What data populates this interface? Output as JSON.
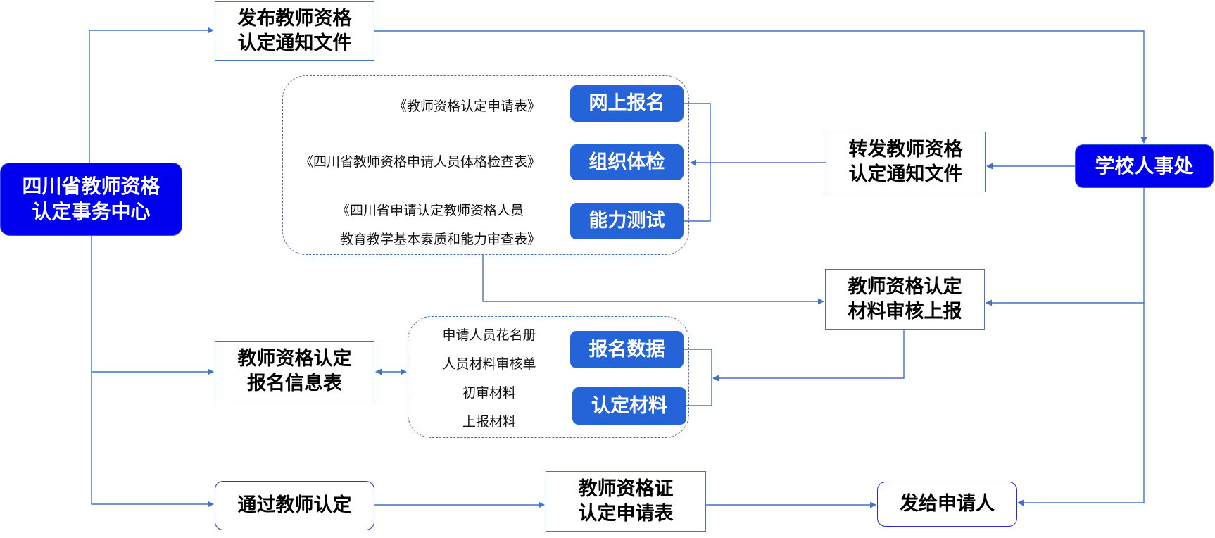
{
  "nodes": {
    "center": "四川省教师资格\n认定事务中心",
    "publish_notice": "发布教师资格\n认定通知文件",
    "school_hr": "学校人事处",
    "forward_notice": "转发教师资格\n认定通知文件",
    "material_review": "教师资格认定\n材料审核上报",
    "registration_form": "教师资格认定\n报名信息表",
    "pass_certification": "通过教师认定",
    "certificate_form": "教师资格证\n认定申请表",
    "issue_applicant": "发给申请人"
  },
  "group1": {
    "steps": [
      "网上报名",
      "组织体检",
      "能力测试"
    ],
    "docs": [
      "《教师资格认定申请表》",
      "《四川省教师资格申请人员体格检查表》",
      "《四川省申请认定教师资格人员",
      "教育教学基本素质和能力审查表》"
    ]
  },
  "group2": {
    "steps": [
      "报名数据",
      "认定材料"
    ],
    "docs": [
      "申请人员花名册",
      "人员材料审核单",
      "初审材料",
      "上报材料"
    ]
  },
  "colors": {
    "dark_blue": "#0000ee",
    "mid_blue": "#2563d9",
    "connector": "#4472c4"
  }
}
